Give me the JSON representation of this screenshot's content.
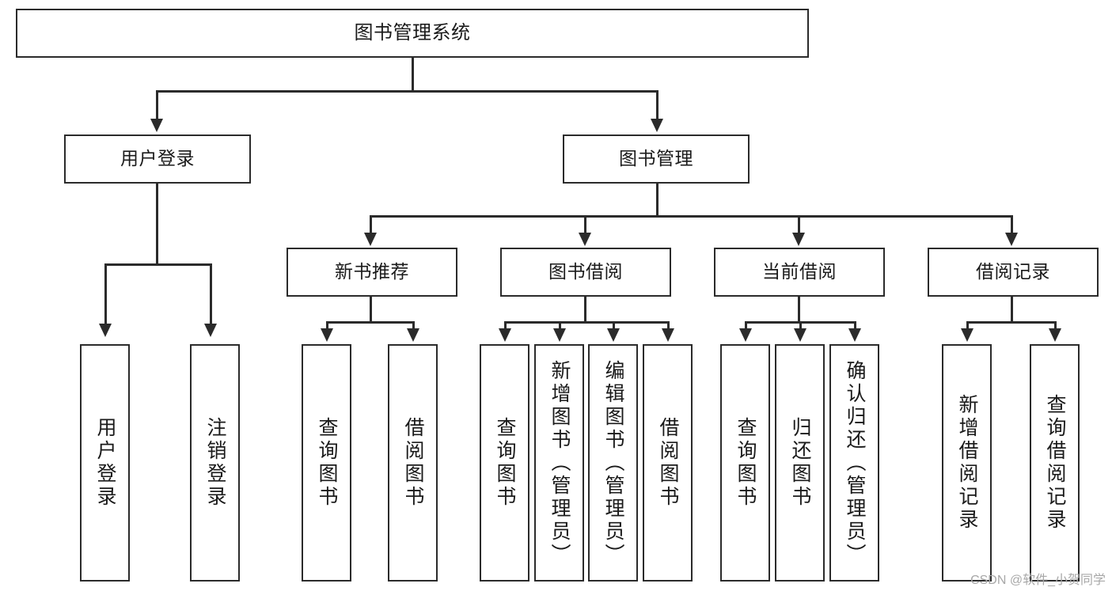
{
  "diagram": {
    "title": "图书管理系统",
    "type": "functional-structure-tree",
    "root": {
      "label": "图书管理系统"
    },
    "level2": [
      {
        "label": "用户登录"
      },
      {
        "label": "图书管理"
      }
    ],
    "level3": [
      {
        "label": "新书推荐"
      },
      {
        "label": "图书借阅"
      },
      {
        "label": "当前借阅"
      },
      {
        "label": "借阅记录"
      }
    ],
    "leaves": {
      "user_login": [
        {
          "label": "用户登录"
        },
        {
          "label": "注销登录"
        }
      ],
      "new_book_recommend": [
        {
          "label": "查询图书"
        },
        {
          "label": "借阅图书"
        }
      ],
      "book_borrow": [
        {
          "label": "查询图书"
        },
        {
          "label": "新增图书（管理员）"
        },
        {
          "label": "编辑图书（管理员）"
        },
        {
          "label": "借阅图书"
        }
      ],
      "current_borrow": [
        {
          "label": "查询图书"
        },
        {
          "label": "归还图书"
        },
        {
          "label": "确认归还（管理员）"
        }
      ],
      "borrow_record": [
        {
          "label": "新增借阅记录"
        },
        {
          "label": "查询借阅记录"
        }
      ]
    }
  },
  "watermark": {
    "text": "CSDN @软件_小贺同学"
  },
  "colors": {
    "stroke": "#2b2b2b",
    "fill": "#ffffff",
    "text": "#1a1a1a",
    "watermark": "#a8a8a8"
  }
}
